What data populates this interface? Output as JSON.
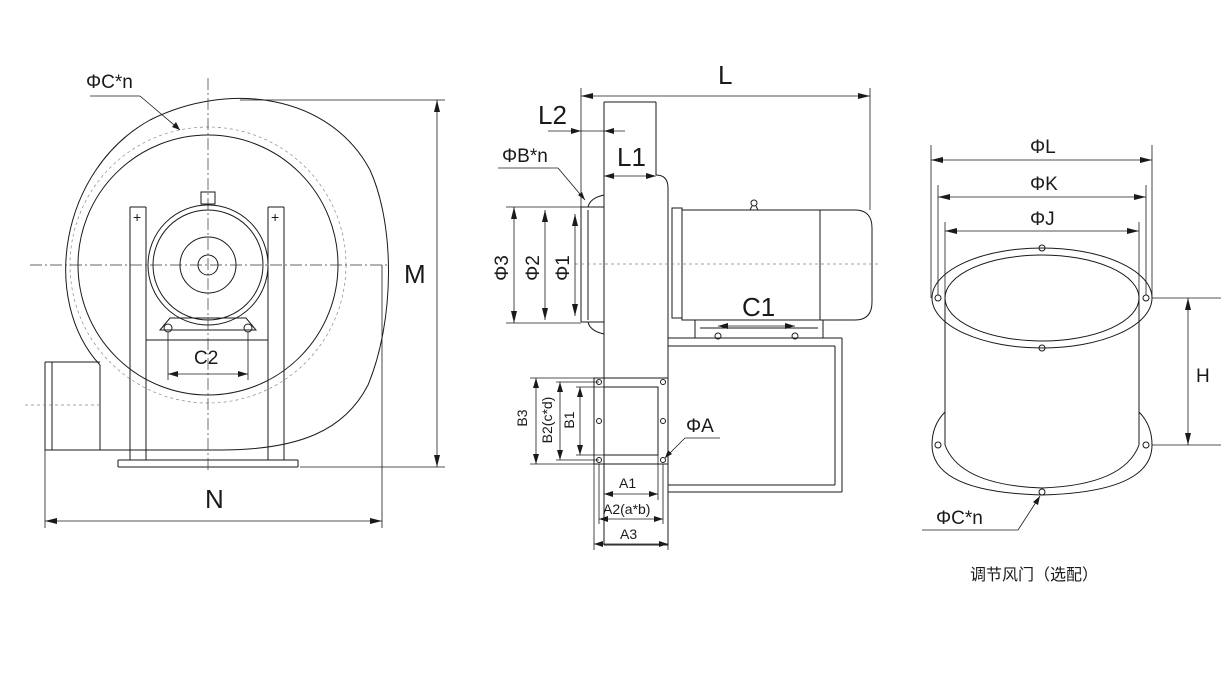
{
  "front_view": {
    "label_bolt_circle": "ΦC*n",
    "label_height": "M",
    "label_width": "N",
    "label_base_spacing": "C2"
  },
  "side_view": {
    "label_length": "L",
    "label_l2": "L2",
    "label_l1": "L1",
    "label_flange_holes": "ΦB*n",
    "label_d3": "Φ3",
    "label_d2": "Φ2",
    "label_d1": "Φ1",
    "label_c1": "C1",
    "label_b3": "B3",
    "label_b2": "B2(c*d)",
    "label_b1": "B1",
    "label_hole": "ΦA",
    "label_a1": "A1",
    "label_a2": "A2(a*b)",
    "label_a3": "A3"
  },
  "damper_view": {
    "label_outer": "ΦL",
    "label_mid": "ΦK",
    "label_inner": "ΦJ",
    "label_height": "H",
    "label_holes": "ΦC*n",
    "caption": "调节风门（选配）"
  }
}
